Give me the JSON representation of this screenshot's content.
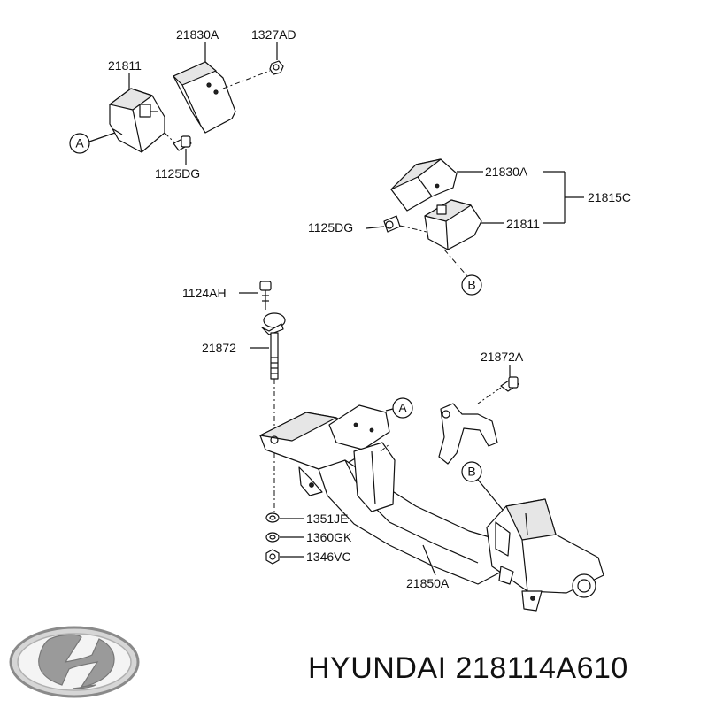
{
  "diagram": {
    "callouts": {
      "a_circle": "A",
      "b_circle": "B"
    },
    "labels": {
      "top_bracket": "21830A",
      "top_nut": "1327AD",
      "top_mount": "21811",
      "top_bolt": "1125DG",
      "right_bracket": "21830A",
      "right_assembly": "21815C",
      "right_bolt": "1125DG",
      "right_mount": "21811",
      "bolt_top": "1124AH",
      "long_bolt": "21872",
      "small_bolt": "21872A",
      "washer": "1351JE",
      "spring_washer": "1360GK",
      "nut": "1346VC",
      "crossmember": "21850A"
    }
  },
  "caption": {
    "text": "HYUNDAI 218114A610"
  },
  "logo": {
    "brand": "Hyundai",
    "color": "#9a9a9a"
  }
}
